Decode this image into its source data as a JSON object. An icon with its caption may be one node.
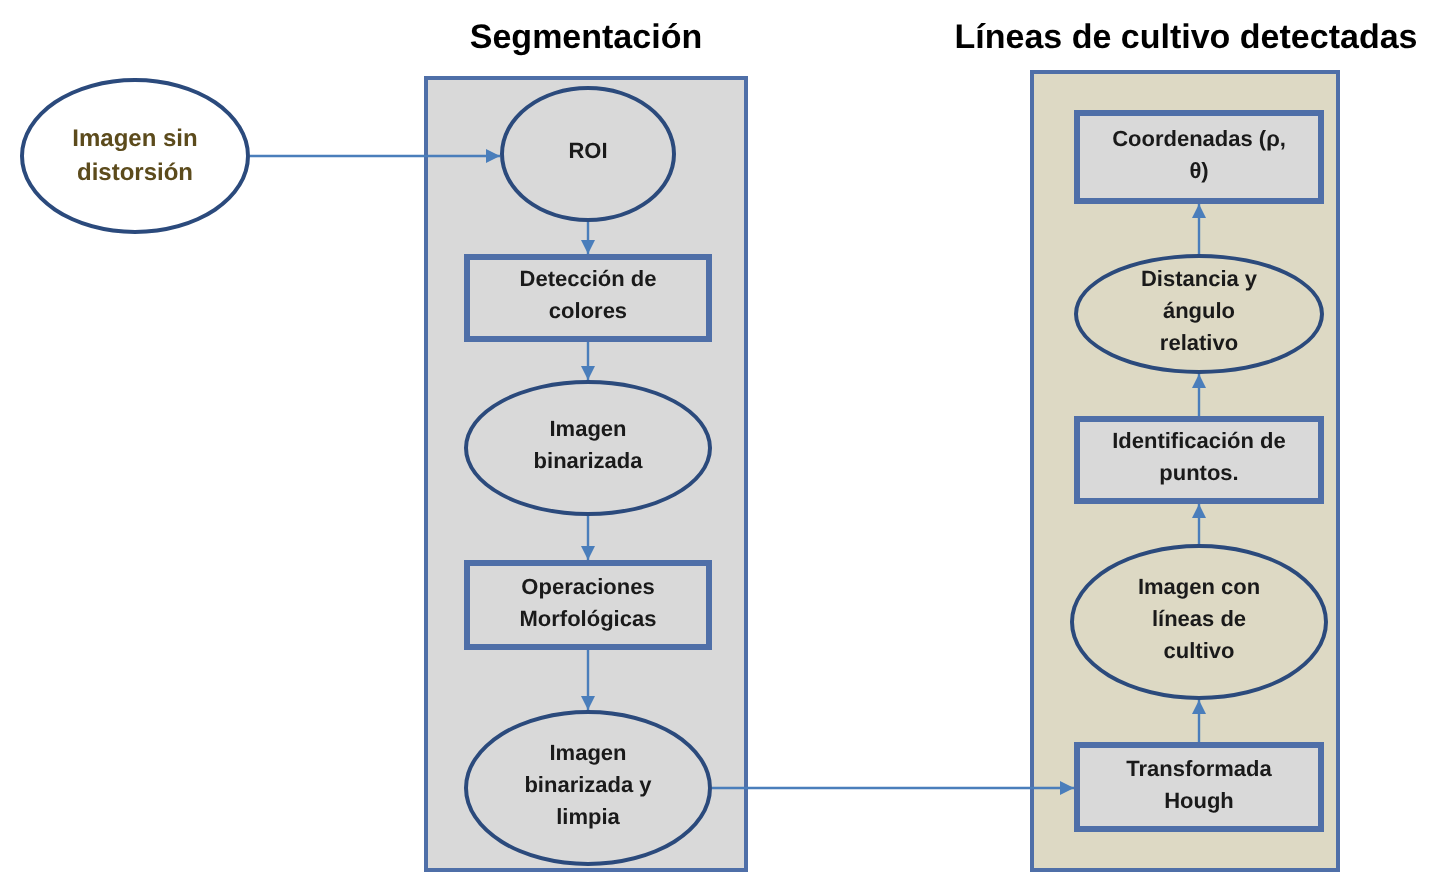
{
  "diagram": {
    "nodes": [
      {
        "text": [
          "Imagen sin distorsión"
        ]
      },
      {
        "text": [
          "Segmentación"
        ]
      },
      {
        "text": [
          "ROI"
        ],
        "in": 1
      },
      {
        "text": [
          "Detección de colores"
        ],
        "in": 1
      },
      {
        "text": [
          "Imagen binarizada"
        ],
        "in": 1
      },
      {
        "text": [
          "Operaciones Morfológicas"
        ],
        "in": 1
      },
      {
        "text": [
          "Imagen binarizada y limpia"
        ],
        "in": 1
      },
      {
        "text": [
          "Líneas de cultivo detectadas"
        ]
      },
      {
        "text": [
          "Coordenadas (ρ, θ)"
        ],
        "in": 7
      },
      {
        "text": [
          "Distancia y ángulo relativo"
        ],
        "in": 7
      },
      {
        "text": [
          "Identificación de puntos."
        ],
        "in": 7
      },
      {
        "text": [
          "Imagen con líneas de cultivo"
        ],
        "in": 7
      },
      {
        "text": [
          "Transformada Hough"
        ],
        "in": 7
      }
    ],
    "edges": [
      {
        "from": 0,
        "to": 2,
        "arrow": "to"
      },
      {
        "from": 2,
        "to": 3,
        "arrow": "to"
      },
      {
        "from": 3,
        "to": 4,
        "arrow": "to"
      },
      {
        "from": 4,
        "to": 5,
        "arrow": "to"
      },
      {
        "from": 5,
        "to": 6,
        "arrow": "to"
      },
      {
        "from": 6,
        "to": 12,
        "arrow": "to"
      },
      {
        "from": 12,
        "to": 11,
        "arrow": "to"
      },
      {
        "from": 11,
        "to": 10,
        "arrow": "to"
      },
      {
        "from": 10,
        "to": 9,
        "arrow": "to"
      },
      {
        "from": 9,
        "to": 8,
        "arrow": "to"
      }
    ]
  }
}
